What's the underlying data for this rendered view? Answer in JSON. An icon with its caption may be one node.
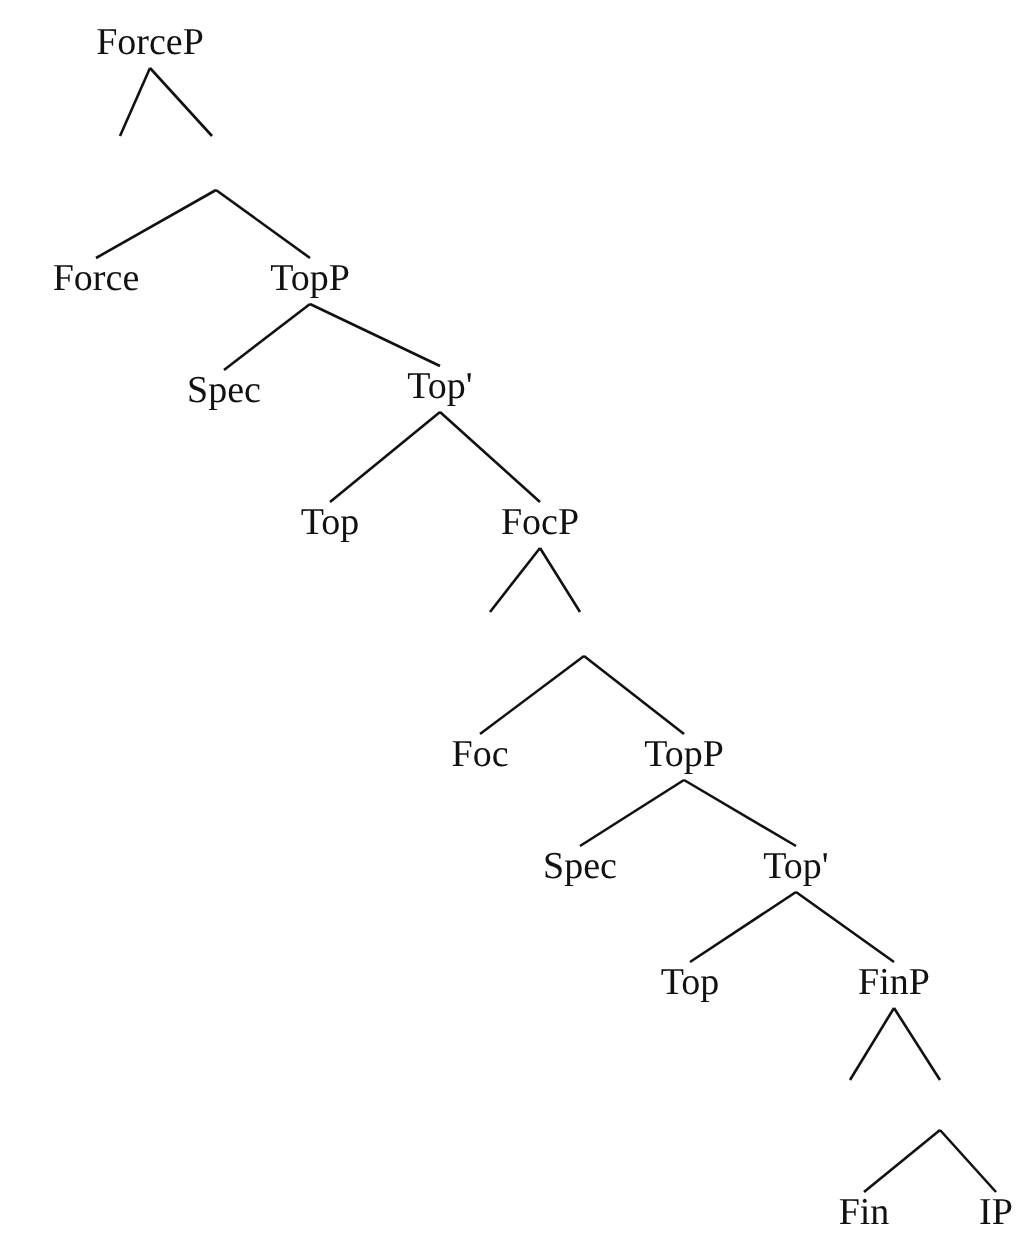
{
  "diagram": {
    "nodes": [
      {
        "text": [
          "ForceP"
        ]
      },
      {
        "text": [
          "Force"
        ]
      },
      {
        "text": [
          "TopP"
        ]
      },
      {
        "text": [
          "Spec"
        ]
      },
      {
        "text": [
          "Top'"
        ]
      },
      {
        "text": [
          "Top"
        ]
      },
      {
        "text": [
          "FocP"
        ]
      },
      {
        "text": [
          "Foc"
        ]
      },
      {
        "text": [
          "TopP"
        ]
      },
      {
        "text": [
          "Spec"
        ]
      },
      {
        "text": [
          "Top'"
        ]
      },
      {
        "text": [
          "Top"
        ]
      },
      {
        "text": [
          "FinP"
        ]
      },
      {
        "text": [
          "Fin"
        ]
      },
      {
        "text": [
          "IP"
        ]
      }
    ],
    "edges": [
      {
        "from": 0,
        "to": null,
        "arrow": "none"
      },
      {
        "from": 0,
        "to": null,
        "arrow": "none"
      },
      {
        "from": null,
        "to": 1,
        "arrow": "none"
      },
      {
        "from": null,
        "to": 2,
        "arrow": "none"
      },
      {
        "from": 2,
        "to": 3,
        "arrow": "none"
      },
      {
        "from": 2,
        "to": 4,
        "arrow": "none"
      },
      {
        "from": 4,
        "to": 5,
        "arrow": "none"
      },
      {
        "from": 4,
        "to": 6,
        "arrow": "none"
      },
      {
        "from": 6,
        "to": null,
        "arrow": "none"
      },
      {
        "from": 6,
        "to": null,
        "arrow": "none"
      },
      {
        "from": null,
        "to": 7,
        "arrow": "none"
      },
      {
        "from": null,
        "to": 8,
        "arrow": "none"
      },
      {
        "from": 8,
        "to": 9,
        "arrow": "none"
      },
      {
        "from": 8,
        "to": 10,
        "arrow": "none"
      },
      {
        "from": 10,
        "to": 11,
        "arrow": "none"
      },
      {
        "from": 10,
        "to": 12,
        "arrow": "none"
      },
      {
        "from": 12,
        "to": null,
        "arrow": "none"
      },
      {
        "from": 12,
        "to": null,
        "arrow": "none"
      },
      {
        "from": null,
        "to": 13,
        "arrow": "none"
      },
      {
        "from": null,
        "to": 14,
        "arrow": "none"
      }
    ]
  }
}
